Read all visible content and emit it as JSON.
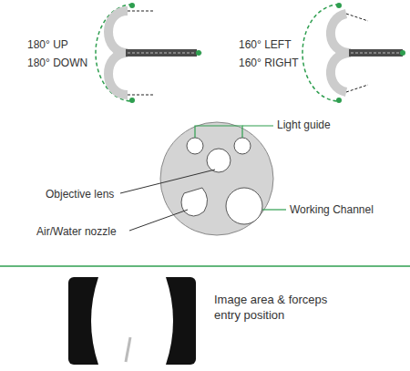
{
  "diagram": {
    "labels": [
      "180° UP",
      "180° DOWN",
      "160° LEFT",
      "160° RIGHT",
      "Light guide",
      "Objective lens",
      "Working Channel",
      "Air/Water nozzle",
      "Image area & forceps entry position"
    ]
  }
}
